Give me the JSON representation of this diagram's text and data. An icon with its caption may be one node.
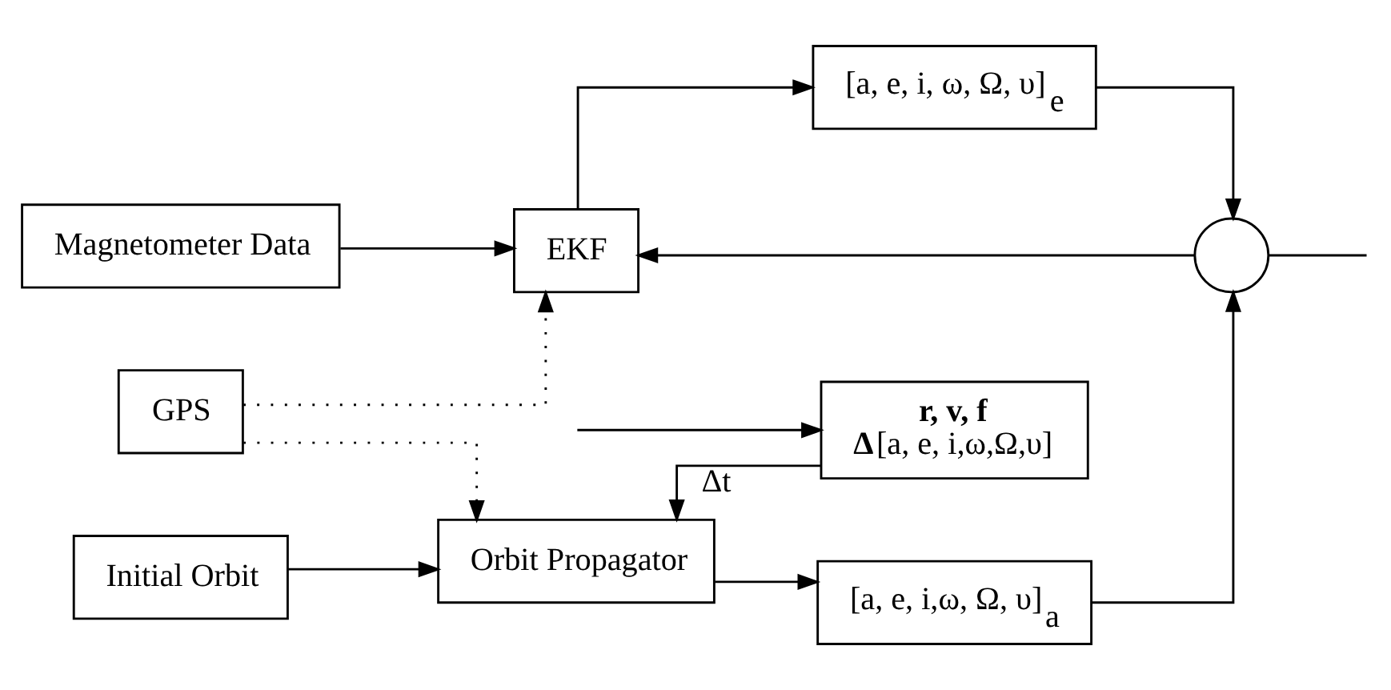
{
  "diagram": {
    "nodes": [
      {
        "text": [
          "Magnetometer Data"
        ]
      },
      {
        "text": [
          "EKF"
        ]
      },
      {
        "text": [
          "[a, e, i, ω, Ω, υ]$_{e}$"
        ]
      },
      {
        "text": [
          "GPS"
        ]
      },
      {
        "text": [],
        "shape": "circle"
      },
      {
        "text": [
          "Initial Orbit"
        ]
      },
      {
        "text": [
          "Orbit Propagator"
        ]
      },
      {
        "text": [
          "[a, e, i,ω, Ω, υ]$_{a}$"
        ]
      },
      {
        "text": [
          "r, v, f",
          "**Δ**[a, e, i,ω,Ω,υ]"
        ]
      }
    ],
    "edges": [
      {
        "from": 0,
        "to": 1,
        "arrow": "to"
      },
      {
        "from": 1,
        "to": 2,
        "arrow": "to"
      },
      {
        "from": 2,
        "to": 4,
        "arrow": "to"
      },
      {
        "from": 4,
        "to": 1,
        "arrow": "to"
      },
      {
        "from": 4,
        "to": null,
        "arrow": "none"
      },
      {
        "from": 3,
        "to": 1,
        "arrow": "to",
        "style": "dashed"
      },
      {
        "from": 3,
        "to": 6,
        "arrow": "to",
        "style": "dashed"
      },
      {
        "from": 5,
        "to": 6,
        "arrow": "to"
      },
      {
        "from": 6,
        "to": 7,
        "arrow": "to"
      },
      {
        "from": 7,
        "to": 4,
        "arrow": "to"
      },
      {
        "from": 8,
        "to": 6,
        "arrow": "to",
        "label": "Δt"
      },
      {
        "from": null,
        "to": 8,
        "arrow": "to"
      }
    ]
  }
}
